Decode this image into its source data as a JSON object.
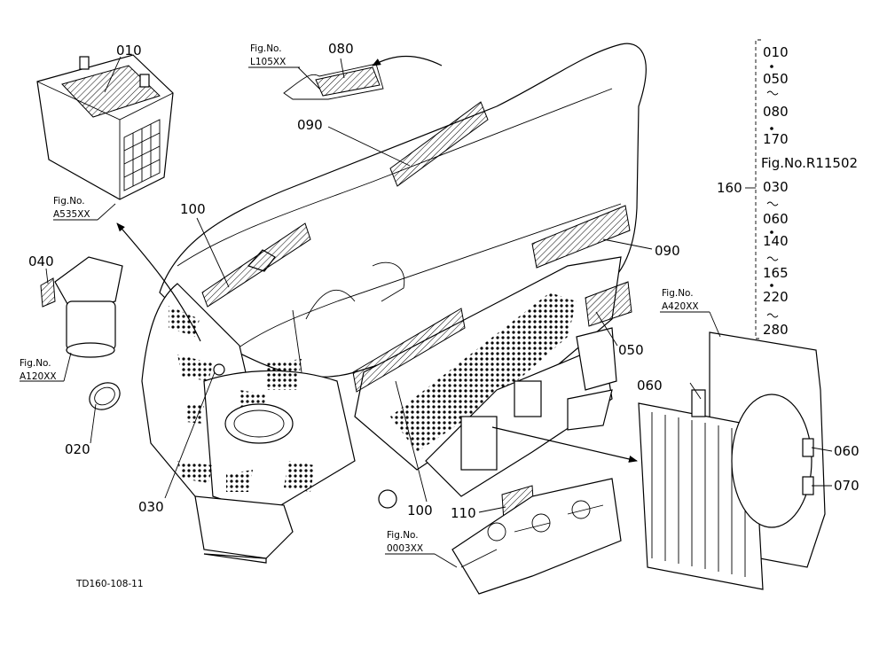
{
  "drawing_code": "TD160-108-11",
  "callouts": {
    "c010": "010",
    "c080": "080",
    "c090a": "090",
    "c090b": "090",
    "c100a": "100",
    "c100b": "100",
    "c040": "040",
    "c020": "020",
    "c030": "030",
    "c050": "050",
    "c060a": "060",
    "c060b": "060",
    "c070": "070",
    "c110": "110",
    "c160": "160"
  },
  "fig_refs": {
    "l105": {
      "label": "Fig.No.",
      "code": "L105XX"
    },
    "a535": {
      "label": "Fig.No.",
      "code": "A535XX"
    },
    "a120": {
      "label": "Fig.No.",
      "code": "A120XX"
    },
    "a420": {
      "label": "Fig.No.",
      "code": "A420XX"
    },
    "f0003": {
      "label": "Fig.No.",
      "code": "0003XX"
    }
  },
  "range_list": {
    "items": [
      "010",
      "050",
      "080",
      "170",
      "Fig.No.R11502",
      "030",
      "060",
      "140",
      "165",
      "220",
      "280"
    ]
  }
}
